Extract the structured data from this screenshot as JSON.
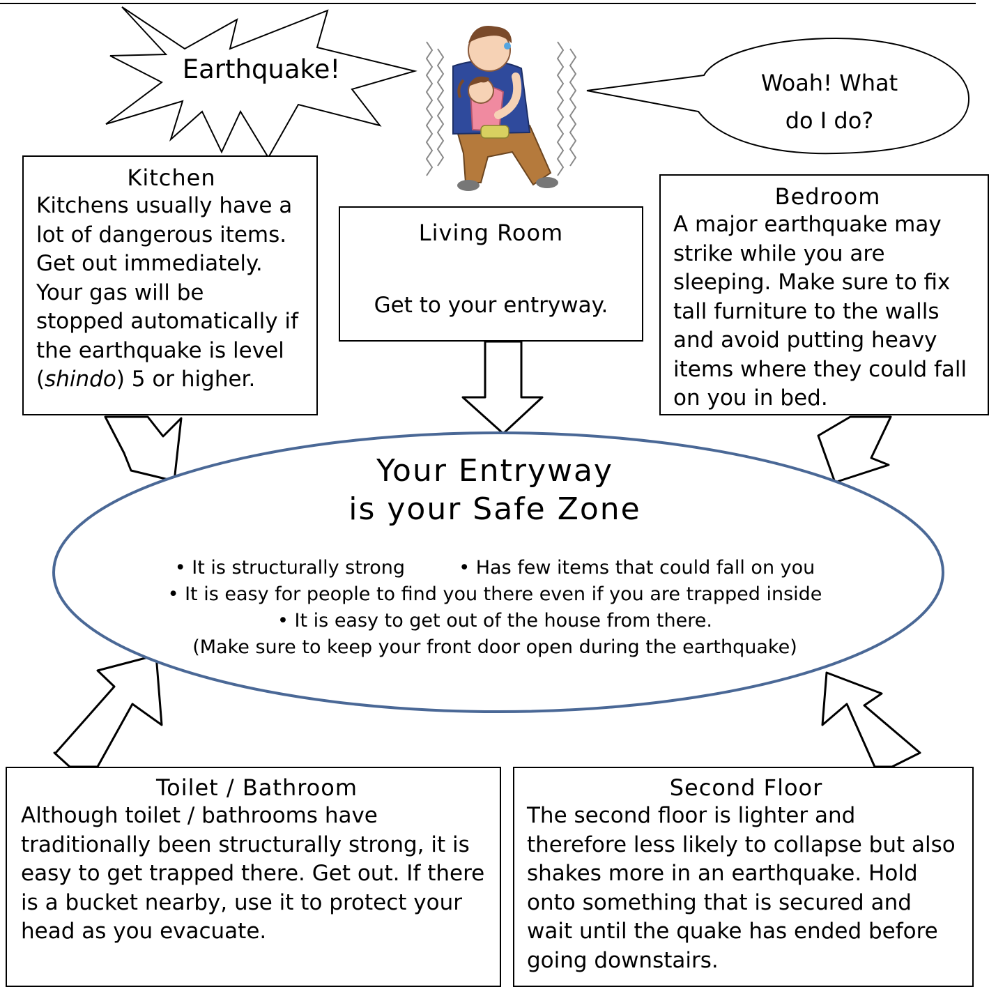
{
  "callouts": {
    "exclaim": "Earthquake!",
    "thought_line1": "Woah! What",
    "thought_line2": "do I do?"
  },
  "kitchen": {
    "title": "Kitchen",
    "lines": [
      "Kitchens usually have a",
      "lot of dangerous items.",
      "Get out immediately.",
      "Your gas will be",
      "stopped automatically if",
      "the earthquake is level"
    ],
    "last_paren_open": "(",
    "last_italic": "shindo",
    "last_rest": ") 5 or higher."
  },
  "living": {
    "title": "Living Room",
    "body": "Get to your entryway."
  },
  "bedroom": {
    "title": "Bedroom",
    "lines": [
      "A major earthquake may",
      "strike while you are",
      "sleeping. Make sure to fix",
      "tall furniture to the walls",
      "and avoid putting heavy",
      "items where they could fall",
      "on you in bed."
    ]
  },
  "safe_zone": {
    "title_line1": "Your Entryway",
    "title_line2": "is your Safe Zone",
    "bullet1a": "• It is structurally strong",
    "bullet1b": "• Has few items that could fall on you",
    "bullet2": "• It is easy for people to find you there even if you are trapped inside",
    "bullet3": "• It is easy to get out of the house from there.",
    "note": "(Make sure to keep your front door open during the earthquake)"
  },
  "bathroom": {
    "title": "Toilet / Bathroom",
    "lines": [
      "Although toilet / bathrooms have",
      "traditionally been structurally strong, it is",
      "easy to get trapped there. Get out. If there",
      "is a bucket nearby, use it to protect your",
      "head as you evacuate."
    ]
  },
  "second_floor": {
    "title": "Second Floor",
    "lines": [
      "The second floor is lighter and",
      "therefore less likely to collapse but also",
      "shakes more in an earthquake. Hold",
      "onto something that is secured and",
      "wait until the quake has ended before",
      "going downstairs."
    ]
  },
  "colors": {
    "ellipse_stroke": "#4a6896",
    "line": "#000000",
    "shirt": "#2f4a9c",
    "pants": "#b57a3c",
    "child": "#f08aa0"
  }
}
